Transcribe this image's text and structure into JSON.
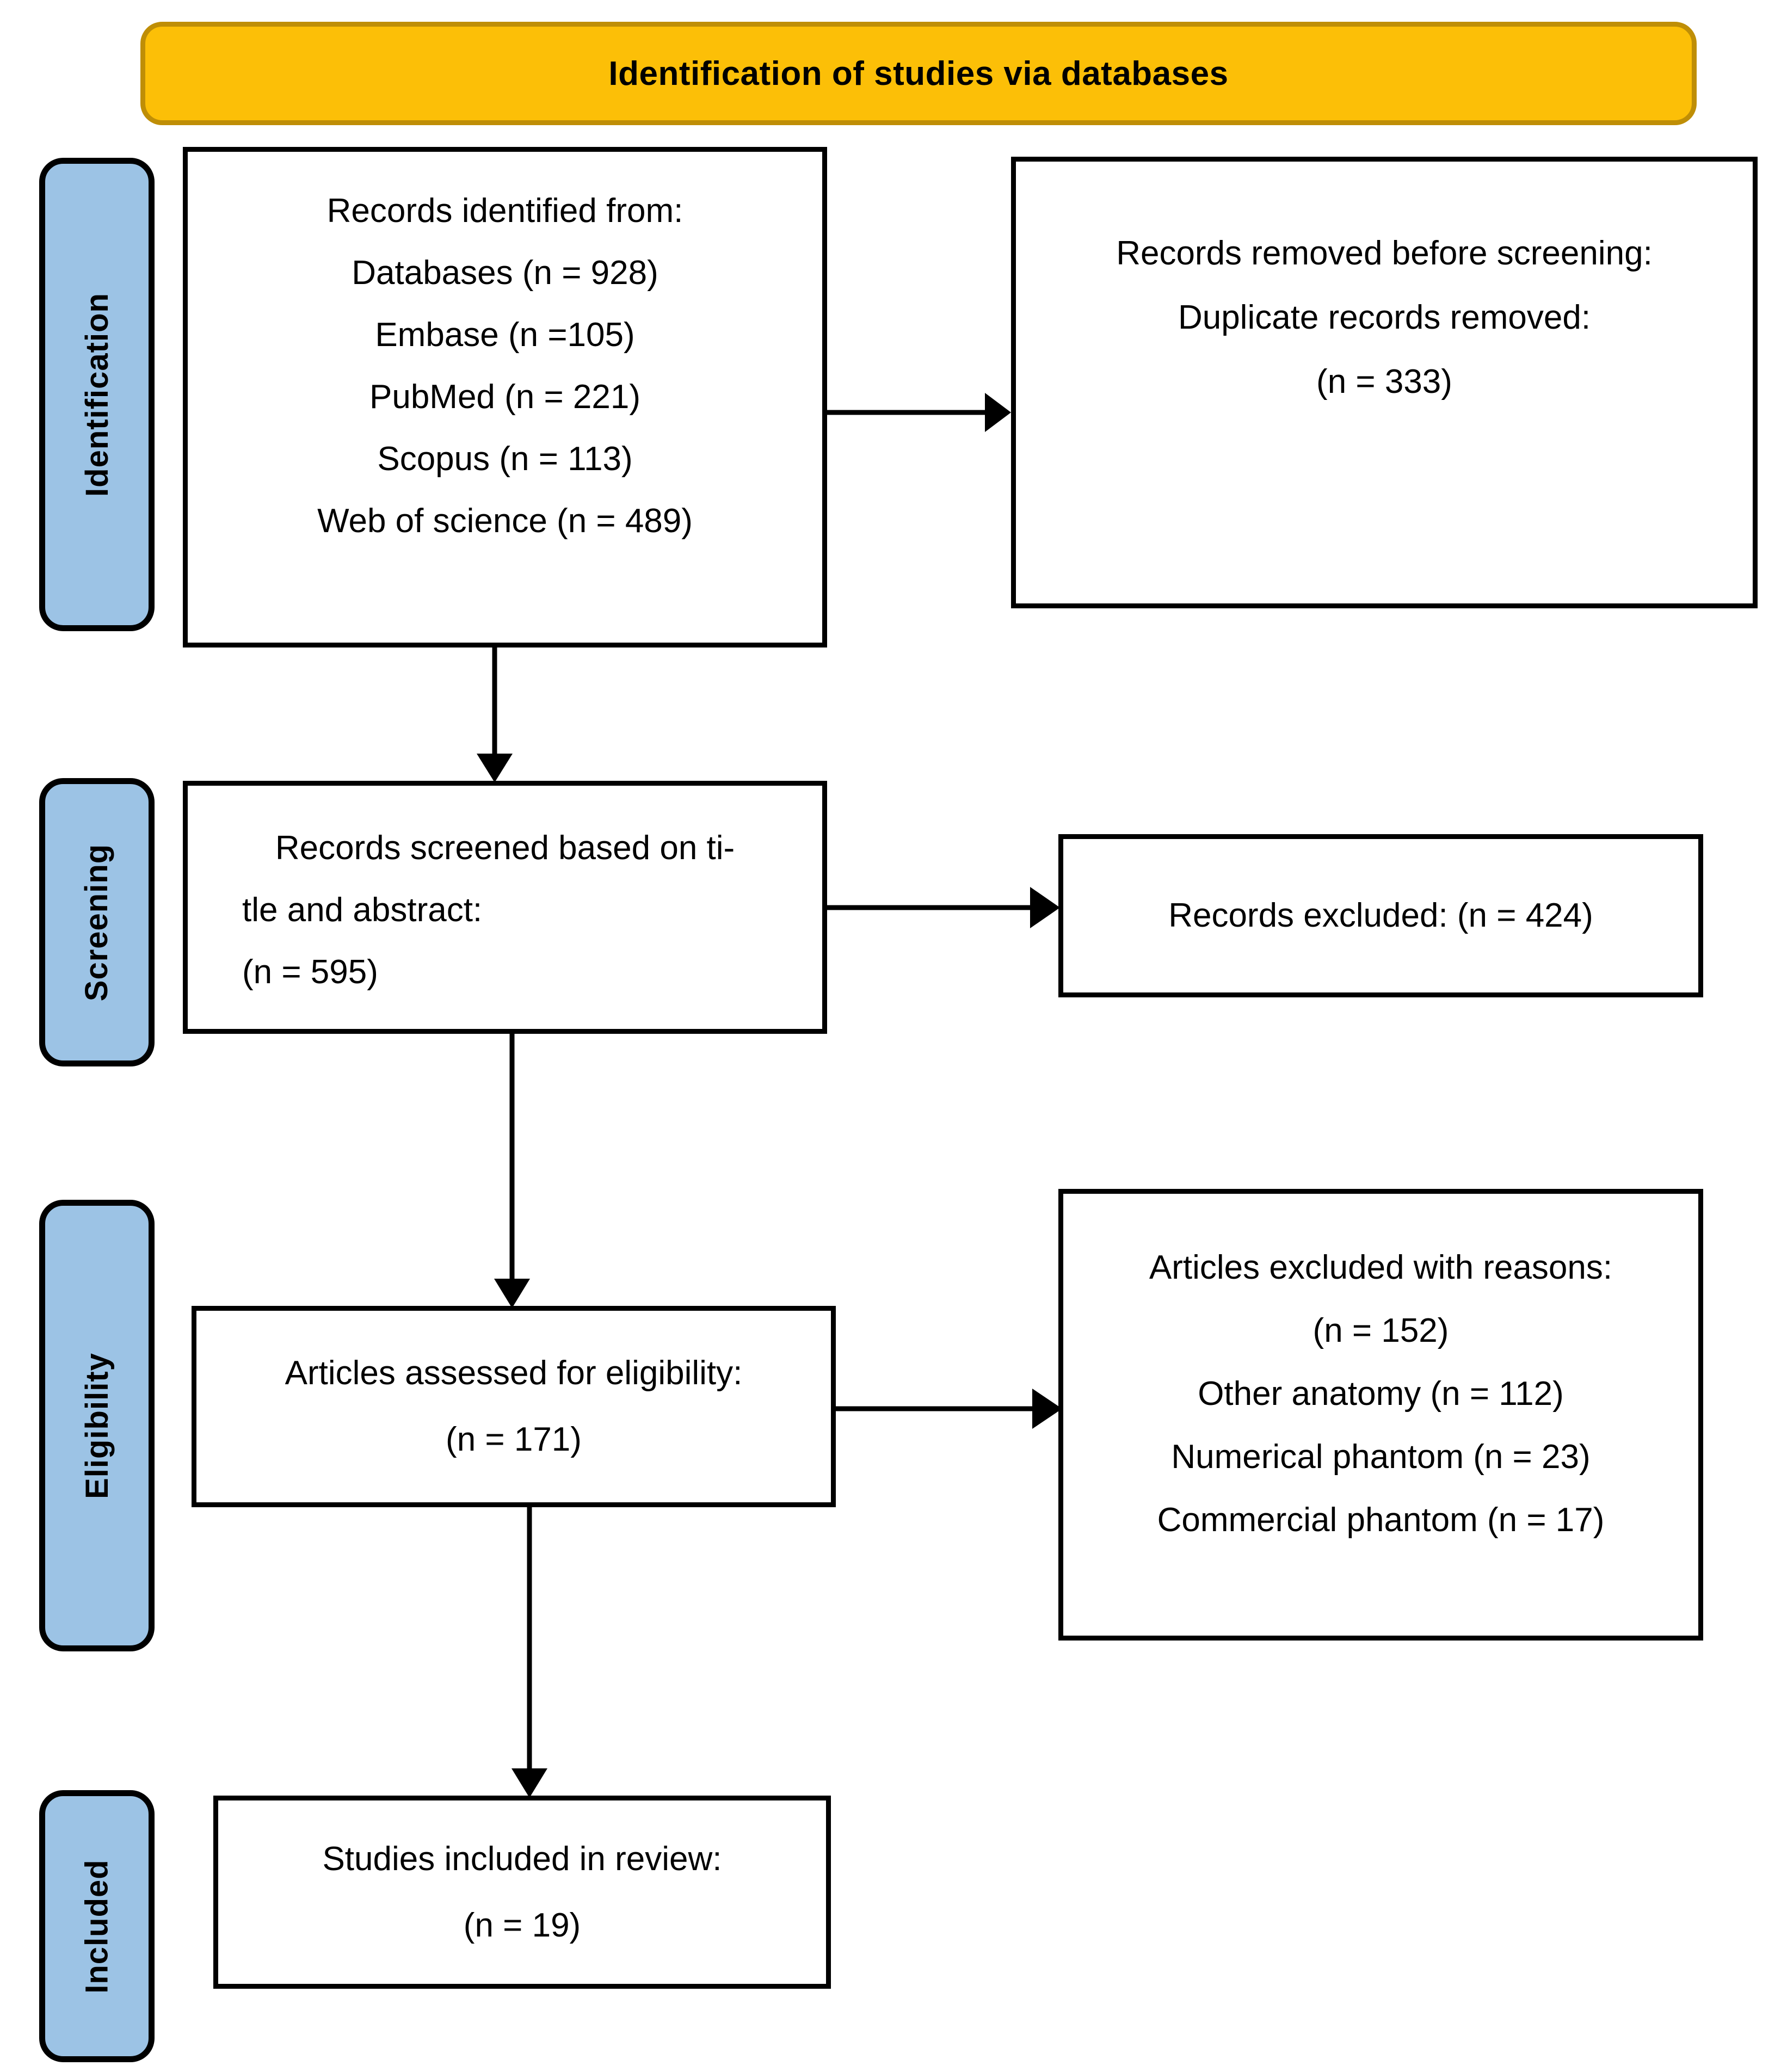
{
  "banner": {
    "title": "Identification of studies via databases",
    "fill_color": "#FCBF07",
    "border_color": "#BF8E06"
  },
  "stages": [
    {
      "key": "identification",
      "label": "Identification"
    },
    {
      "key": "screening",
      "label": "Screening"
    },
    {
      "key": "eligibility",
      "label": "Eligibility"
    },
    {
      "key": "included",
      "label": "Included"
    }
  ],
  "stage_tab_color": "#9CC3E5",
  "boxes": {
    "records_identified": {
      "lines": [
        "Records identified from:",
        "Databases (n = 928)",
        "Embase (n =105)",
        "PubMed (n = 221)",
        "Scopus (n = 113)",
        "Web of science (n = 489)"
      ]
    },
    "records_removed": {
      "lines": [
        "Records removed before screening:",
        "Duplicate records removed:",
        "(n = 333)"
      ]
    },
    "records_screened": {
      "lines": [
        "Records screened based on ti-",
        "tle and abstract:",
        "(n = 595)"
      ]
    },
    "records_excluded": {
      "lines": [
        "Records excluded: (n = 424)"
      ]
    },
    "articles_assessed": {
      "lines": [
        "Articles assessed for eligibility:",
        "(n = 171)"
      ]
    },
    "articles_excluded": {
      "lines": [
        "Articles excluded with reasons:",
        "(n = 152)",
        "Other anatomy (n = 112)",
        "Numerical phantom (n = 23)",
        "Commercial phantom (n = 17)"
      ]
    },
    "studies_included": {
      "lines": [
        "Studies included in review:",
        "(n = 19)"
      ]
    }
  },
  "chart_data": {
    "type": "diagram",
    "title": "Identification of studies via databases",
    "diagram_kind": "PRISMA flow diagram",
    "stages": [
      "Identification",
      "Screening",
      "Eligibility",
      "Included"
    ],
    "nodes": [
      {
        "id": "records_identified",
        "stage": "Identification",
        "label": "Records identified from:",
        "counts": {
          "Databases": 928,
          "Embase": 105,
          "PubMed": 221,
          "Scopus": 113,
          "Web of science": 489
        }
      },
      {
        "id": "records_removed",
        "stage": "Identification",
        "label": "Records removed before screening: Duplicate records removed:",
        "n": 333
      },
      {
        "id": "records_screened",
        "stage": "Screening",
        "label": "Records screened based on title and abstract:",
        "n": 595
      },
      {
        "id": "records_excluded",
        "stage": "Screening",
        "label": "Records excluded:",
        "n": 424
      },
      {
        "id": "articles_assessed",
        "stage": "Eligibility",
        "label": "Articles assessed for eligibility:",
        "n": 171
      },
      {
        "id": "articles_excluded",
        "stage": "Eligibility",
        "label": "Articles excluded with reasons:",
        "n": 152,
        "reasons": {
          "Other anatomy": 112,
          "Numerical phantom": 23,
          "Commercial phantom": 17
        }
      },
      {
        "id": "studies_included",
        "stage": "Included",
        "label": "Studies included in review:",
        "n": 19
      }
    ],
    "edges": [
      {
        "from": "records_identified",
        "to": "records_removed",
        "direction": "right"
      },
      {
        "from": "records_identified",
        "to": "records_screened",
        "direction": "down"
      },
      {
        "from": "records_screened",
        "to": "records_excluded",
        "direction": "right"
      },
      {
        "from": "records_screened",
        "to": "articles_assessed",
        "direction": "down"
      },
      {
        "from": "articles_assessed",
        "to": "articles_excluded",
        "direction": "right"
      },
      {
        "from": "articles_assessed",
        "to": "studies_included",
        "direction": "down"
      }
    ]
  }
}
